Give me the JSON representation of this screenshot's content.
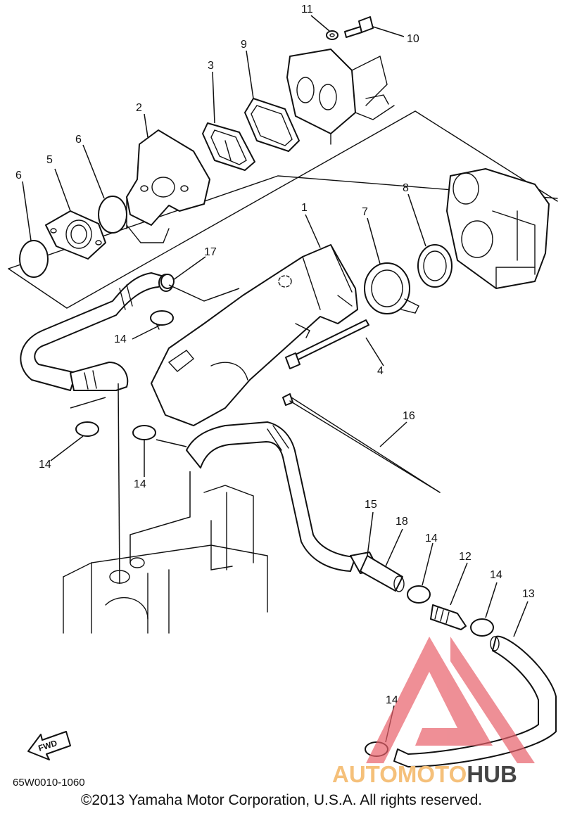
{
  "diagram": {
    "callouts": [
      "1",
      "2",
      "3",
      "4",
      "5",
      "6",
      "7",
      "8",
      "9",
      "10",
      "11",
      "12",
      "13",
      "14",
      "15",
      "16",
      "17",
      "18"
    ],
    "fwd_label": "FWD",
    "doc_code": "65W0010-1060",
    "copyright": "©2013 Yamaha Motor Corporation, U.S.A. All rights reserved."
  },
  "watermark": {
    "text_a": "AUTOMOTO",
    "text_b": "HUB",
    "color_a": "#f5c07a",
    "color_b": "#444444",
    "mark_color": "#e8606a"
  }
}
